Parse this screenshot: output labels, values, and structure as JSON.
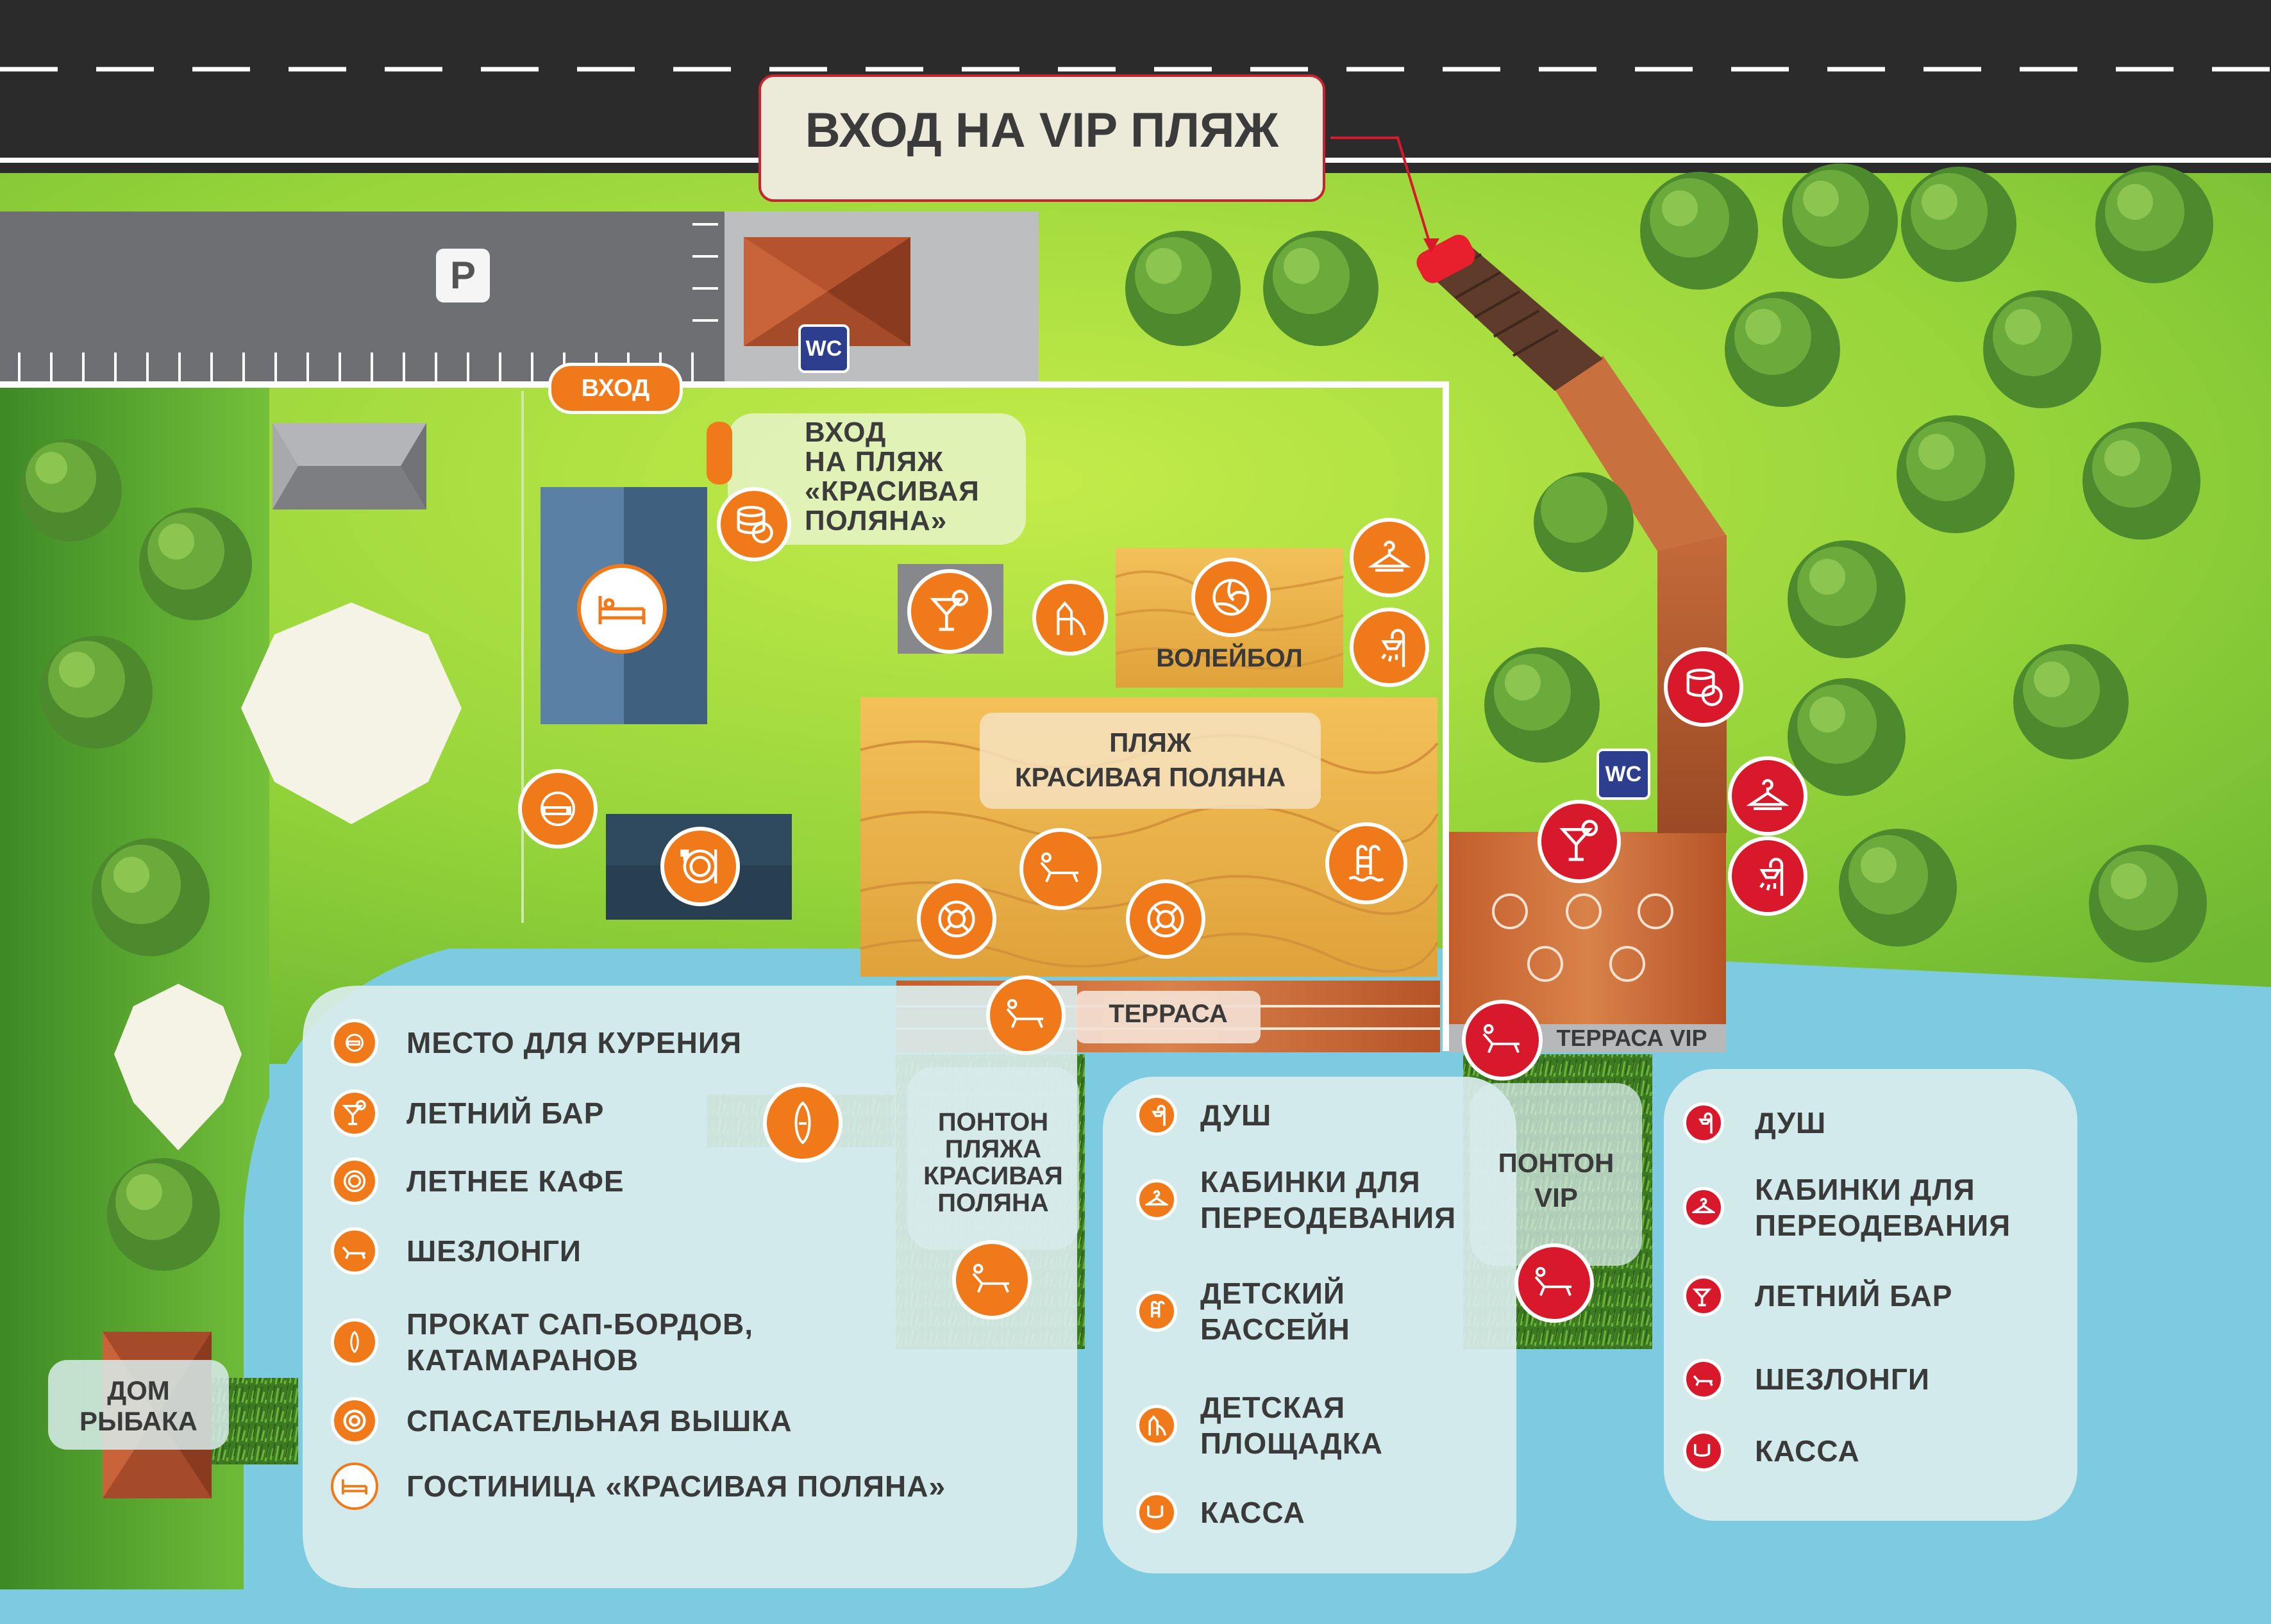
{
  "top_sign": "ВХОД НА VIP ПЛЯЖ",
  "parking": "P",
  "wc": "WC",
  "entrance": "ВХОД",
  "beach_entrance": [
    "ВХОД",
    "НА ПЛЯЖ",
    "«КРАСИВАЯ",
    "ПОЛЯНА»"
  ],
  "volleyball": "ВОЛЕЙБОЛ",
  "beach_title": [
    "ПЛЯЖ",
    "КРАСИВАЯ ПОЛЯНА"
  ],
  "terrace": "ТЕРРАСА",
  "terrace_vip": "ТЕРРАСА VIP",
  "pontoon_beach": [
    "ПОНТОН",
    "ПЛЯЖА",
    "КРАСИВАЯ",
    "ПОЛЯНА"
  ],
  "pontoon_vip": [
    "ПОНТОН",
    "VIP"
  ],
  "fisher_house": [
    "ДОМ",
    "РЫБАКА"
  ],
  "legend_orange": [
    {
      "icon": "smoking-icon",
      "label": "МЕСТО ДЛЯ КУРЕНИЯ"
    },
    {
      "icon": "cocktail-icon",
      "label": "ЛЕТНИЙ БАР"
    },
    {
      "icon": "plate-icon",
      "label": "ЛЕТНЕЕ КАФЕ"
    },
    {
      "icon": "sunbed-icon",
      "label": "ШЕЗЛОНГИ"
    },
    {
      "icon": "sup-board-icon",
      "label": [
        "ПРОКАТ САП-БОРДОВ,",
        "КАТАМАРАНОВ"
      ]
    },
    {
      "icon": "lifebuoy-icon",
      "label": "СПАСАТЕЛЬНАЯ ВЫШКА"
    },
    {
      "icon": "bed-icon",
      "label": "ГОСТИНИЦА «КРАСИВАЯ ПОЛЯНА»"
    }
  ],
  "legend_beach": [
    {
      "icon": "shower-icon",
      "label": "ДУШ"
    },
    {
      "icon": "hanger-icon",
      "label": [
        "КАБИНКИ ДЛЯ",
        "ПЕРЕОДЕВАНИЯ"
      ]
    },
    {
      "icon": "pool-icon",
      "label": [
        "ДЕТСКИЙ",
        "БАССЕЙН"
      ]
    },
    {
      "icon": "playground-icon",
      "label": [
        "ДЕТСКАЯ",
        "ПЛОЩАДКА"
      ]
    },
    {
      "icon": "coins-icon",
      "label": "КАССА"
    }
  ],
  "legend_vip": [
    {
      "icon": "shower-icon",
      "label": "ДУШ"
    },
    {
      "icon": "hanger-icon",
      "label": [
        "КАБИНКИ ДЛЯ",
        "ПЕРЕОДЕВАНИЯ"
      ]
    },
    {
      "icon": "cocktail-icon",
      "label": "ЛЕТНИЙ БАР"
    },
    {
      "icon": "sunbed-icon",
      "label": "ШЕЗЛОНГИ"
    },
    {
      "icon": "coins-icon",
      "label": "КАССА"
    }
  ],
  "colors": {
    "orange": "#f07a1a",
    "red": "#d8192b",
    "grass": "#8fd33a",
    "water": "#7ccbe0",
    "road": "#2b2b2b"
  }
}
